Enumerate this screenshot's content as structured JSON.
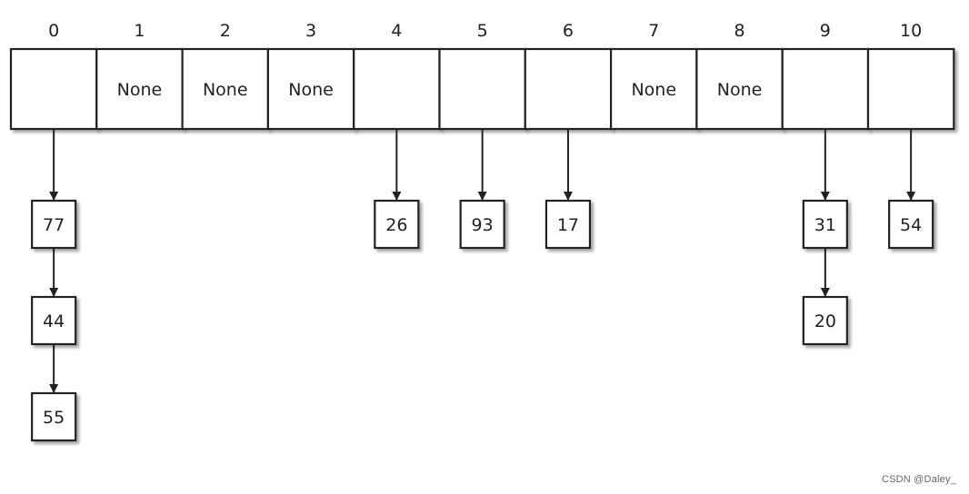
{
  "slots": [
    {
      "index": "0",
      "label": ""
    },
    {
      "index": "1",
      "label": "None"
    },
    {
      "index": "2",
      "label": "None"
    },
    {
      "index": "3",
      "label": "None"
    },
    {
      "index": "4",
      "label": ""
    },
    {
      "index": "5",
      "label": ""
    },
    {
      "index": "6",
      "label": ""
    },
    {
      "index": "7",
      "label": "None"
    },
    {
      "index": "8",
      "label": "None"
    },
    {
      "index": "9",
      "label": ""
    },
    {
      "index": "10",
      "label": ""
    }
  ],
  "chains": [
    {
      "slot": 0,
      "values": [
        "77",
        "44",
        "55"
      ]
    },
    {
      "slot": 4,
      "values": [
        "26"
      ]
    },
    {
      "slot": 5,
      "values": [
        "93"
      ]
    },
    {
      "slot": 6,
      "values": [
        "17"
      ]
    },
    {
      "slot": 9,
      "values": [
        "31",
        "20"
      ]
    },
    {
      "slot": 10,
      "values": [
        "54"
      ]
    }
  ],
  "watermark": "CSDN @Daley_"
}
